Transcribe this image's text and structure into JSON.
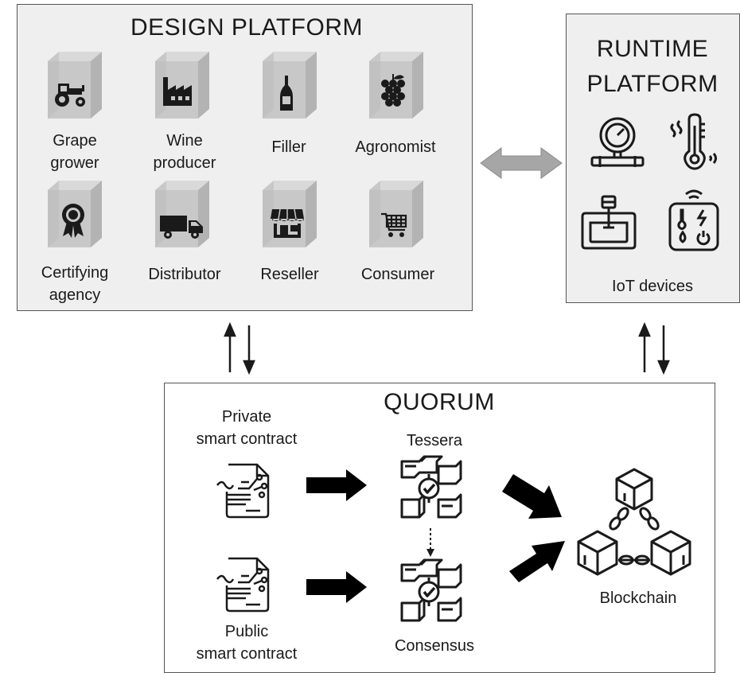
{
  "design_platform": {
    "title": "DESIGN PLATFORM",
    "actors": [
      {
        "label_lines": [
          "Grape",
          "grower"
        ],
        "icon": "tractor-icon"
      },
      {
        "label_lines": [
          "Wine",
          "producer"
        ],
        "icon": "factory-icon"
      },
      {
        "label_lines": [
          "Filler"
        ],
        "icon": "bottle-icon"
      },
      {
        "label_lines": [
          "Agronomist"
        ],
        "icon": "grapes-icon"
      },
      {
        "label_lines": [
          "Certifying",
          "agency"
        ],
        "icon": "award-ribbon-icon"
      },
      {
        "label_lines": [
          "Distributor"
        ],
        "icon": "truck-icon"
      },
      {
        "label_lines": [
          "Reseller"
        ],
        "icon": "store-icon"
      },
      {
        "label_lines": [
          "Consumer"
        ],
        "icon": "shopping-cart-icon"
      }
    ]
  },
  "runtime_platform": {
    "title_lines": [
      "RUNTIME",
      "PLATFORM"
    ],
    "caption": "IoT devices",
    "devices": [
      "pressure-gauge-icon",
      "thermometer-icon",
      "level-sensor-icon",
      "smart-sensor-icon"
    ]
  },
  "quorum": {
    "title": "QUORUM",
    "private_contract_lines": [
      "Private",
      "smart contract"
    ],
    "public_contract_lines": [
      "Public",
      "smart contract"
    ],
    "tessera": "Tessera",
    "consensus": "Consensus",
    "blockchain": "Blockchain"
  },
  "colors": {
    "panel_fill": "#efefef",
    "cube_fill": "#c8c8c8",
    "panel_border": "#555555",
    "double_arrow": "#a6a6a6",
    "icon": "#1a1a1a"
  }
}
